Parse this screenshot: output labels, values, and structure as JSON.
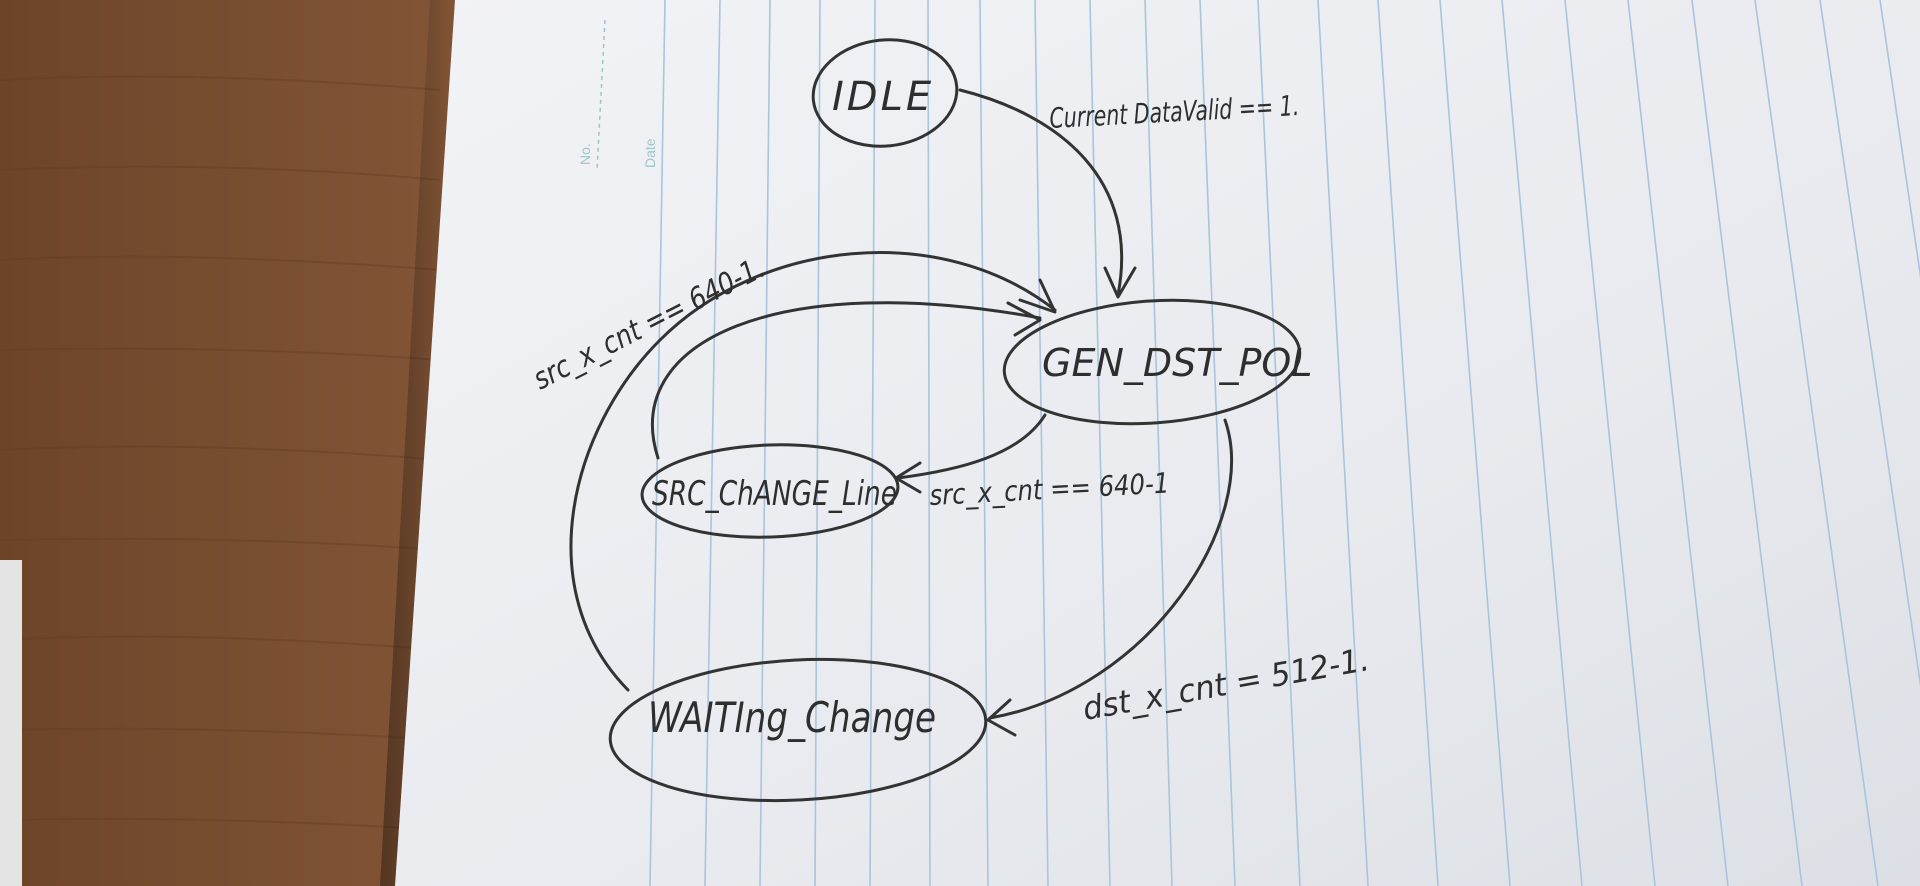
{
  "notebook": {
    "header_no": "No.",
    "header_date": "Date"
  },
  "diagram": {
    "states": {
      "idle": "IDLE",
      "gen_dst_pol": "GEN_DST_POL",
      "src_change_line": "SRC_ChANGE_Line",
      "waiting_change": "WAITIng_Change"
    },
    "transitions": {
      "idle_to_gen": "Current DataValid == 1.",
      "gen_to_src": "src_x_cnt == 640-1",
      "waiting_to_gen": "src_x_cnt == 640-1.",
      "gen_to_waiting": "dst_x_cnt = 512-1."
    }
  },
  "colors": {
    "desk": "#8a5a3a",
    "paper": "#eef0f4",
    "rule_line": "#a9c4dd",
    "ink": "#2e2e2e"
  }
}
